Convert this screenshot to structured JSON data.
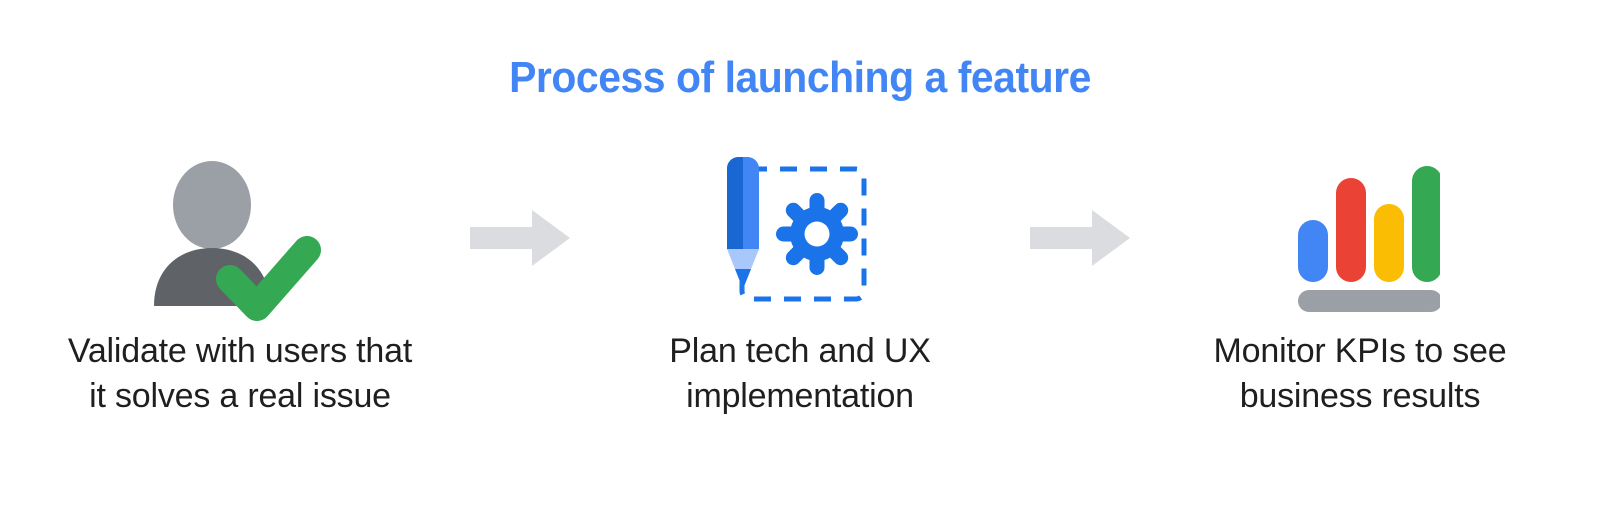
{
  "header": {
    "title": "Process of launching a feature",
    "title_color": "#4285F4"
  },
  "colors": {
    "google_blue": "#4285F4",
    "blue_dark": "#1A73E8",
    "blue_light": "#8AB4F8",
    "google_red": "#EA4335",
    "google_yellow": "#FBBC04",
    "google_green": "#34A853",
    "check_green": "#34A853",
    "gray_head": "#9AA0A6",
    "gray_body": "#5F6368",
    "arrow_gray": "#DADCE0",
    "baseline_gray": "#9AA0A6",
    "text": "#1f1f1f",
    "background": "#FFFFFF"
  },
  "steps": [
    {
      "index": 1,
      "icon": "person-check-icon",
      "icon_parts": [
        "person-head",
        "person-body",
        "green-checkmark"
      ],
      "caption_line1": "Validate with users that",
      "caption_line2": "it solves a real issue"
    },
    {
      "index": 2,
      "icon": "pencil-gear-dashed-box-icon",
      "icon_parts": [
        "pencil",
        "gear",
        "dashed-frame"
      ],
      "caption_line1": "Plan tech and UX",
      "caption_line2": "implementation"
    },
    {
      "index": 3,
      "icon": "bar-chart-icon",
      "icon_parts": [
        "bar-blue",
        "bar-red",
        "bar-yellow",
        "bar-green",
        "baseline"
      ],
      "caption_line1": "Monitor KPIs to see",
      "caption_line2": "business results"
    }
  ],
  "connectors": [
    {
      "index": 1,
      "icon": "arrow-right-icon"
    },
    {
      "index": 2,
      "icon": "arrow-right-icon"
    }
  ],
  "chart_data": {
    "type": "bar",
    "title": "",
    "categories": [
      "bar-1",
      "bar-2",
      "bar-3",
      "bar-4"
    ],
    "values": [
      48,
      86,
      64,
      100
    ],
    "bar_colors": [
      "#4285F4",
      "#EA4335",
      "#FBBC04",
      "#34A853"
    ],
    "xlabel": "",
    "ylabel": "",
    "ylim": [
      0,
      100
    ],
    "grid": false,
    "legend": "none"
  }
}
